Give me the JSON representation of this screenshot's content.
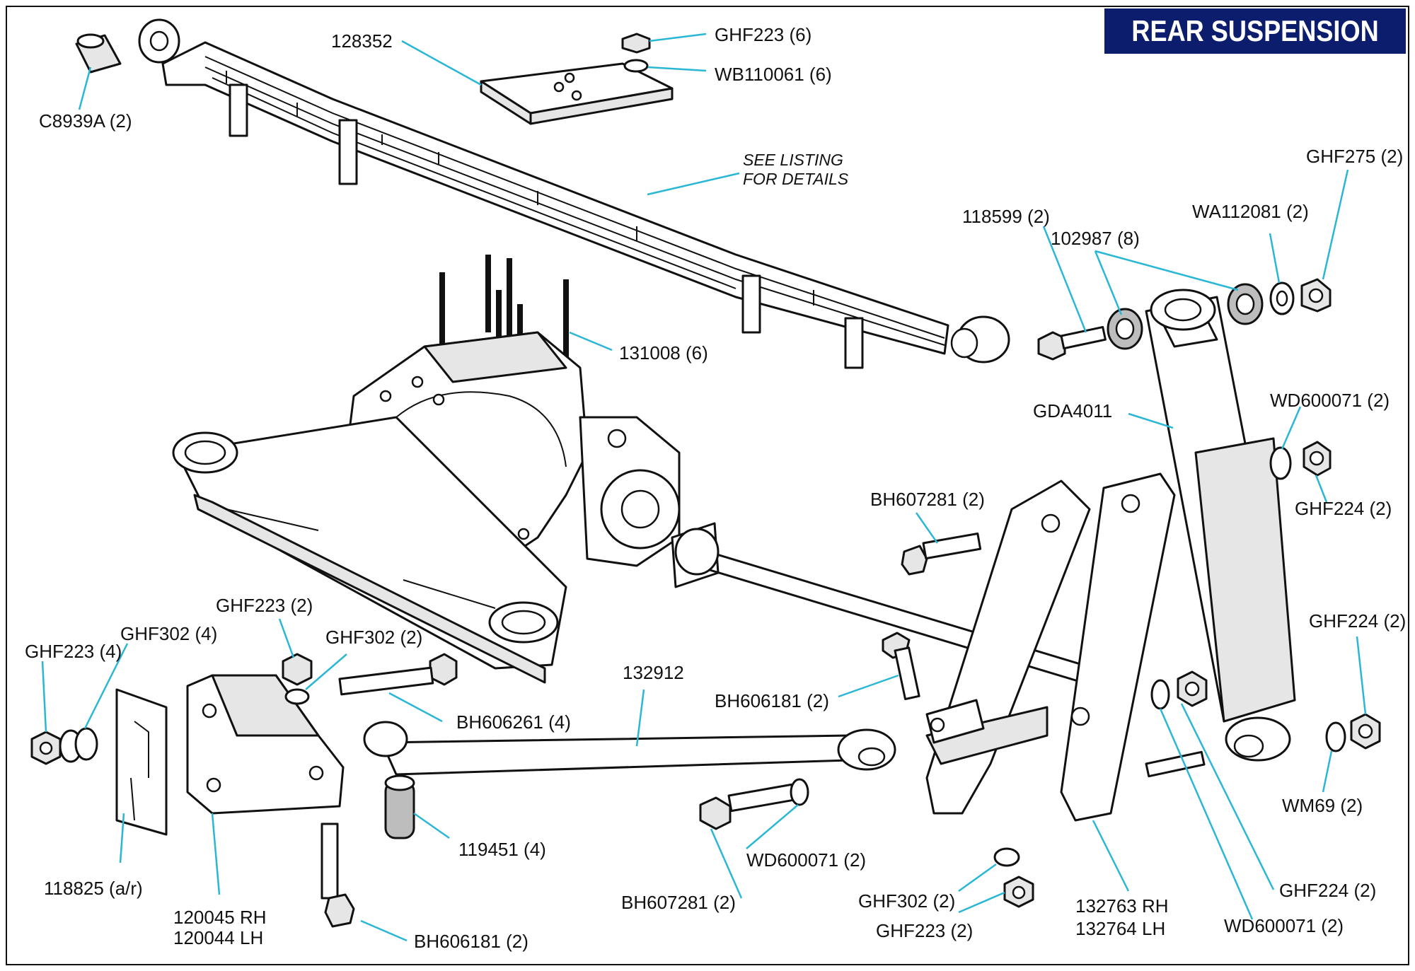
{
  "title": "REAR SUSPENSION",
  "note": [
    "SEE LISTING",
    "FOR DETAILS"
  ],
  "callouts": {
    "c8939a": "C8939A (2)",
    "p128352": "128352",
    "ghf223_6": "GHF223 (6)",
    "wb110061": "WB110061 (6)",
    "p131008": "131008 (6)",
    "p118599": "118599 (2)",
    "p102987": "102987 (8)",
    "wa112081": "WA112081 (2)",
    "ghf275": "GHF275 (2)",
    "gda4011": "GDA4011",
    "wd600071_a": "WD600071 (2)",
    "ghf224_a": "GHF224 (2)",
    "bh607281_a": "BH607281 (2)",
    "ghf224_b": "GHF224 (2)",
    "ghf223_2a": "GHF223 (2)",
    "ghf302_4": "GHF302 (4)",
    "ghf223_4": "GHF223 (4)",
    "ghf302_2a": "GHF302 (2)",
    "bh606261": "BH606261 (4)",
    "p132912": "132912",
    "bh606181_a": "BH606181 (2)",
    "wm69": "WM69 (2)",
    "p119451": "119451 (4)",
    "wd600071_b": "WD600071 (2)",
    "p118825": "118825 (a/r)",
    "p120045": "120045  RH",
    "p120044": "120044  LH",
    "bh607281_b": "BH607281 (2)",
    "ghf302_2b": "GHF302 (2)",
    "p132763": "132763 RH",
    "p132764": "132764 LH",
    "ghf224_c": "GHF224 (2)",
    "ghf223_2b": "GHF223 (2)",
    "wd600071_c": "WD600071 (2)",
    "bh606181_b": "BH606181 (2)"
  },
  "colors": {
    "banner": "#0d1d6e",
    "leader": "#2ab7d6"
  }
}
